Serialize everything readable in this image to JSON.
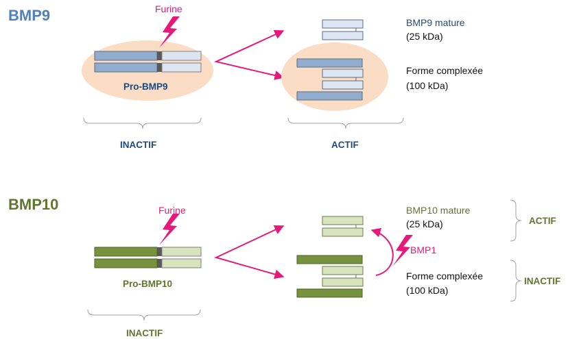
{
  "colors": {
    "bmp9_blue": "#92acce",
    "bmp9_light": "#dce6f2",
    "bmp9_title": "#4f81bd",
    "bmp9_dark_label": "#1f497d",
    "bmp10_green": "#76923c",
    "bmp10_light": "#d7e4bd",
    "bmp10_title": "#5f7530",
    "halo": "#fbdcc4",
    "magenta": "#e6197a",
    "cleavage_site": "#595959",
    "bracket": "#a0a0a0"
  },
  "bmp9": {
    "title": "BMP9",
    "protease": "Furine",
    "precursor_label": "Pro-BMP9",
    "state_left": "INACTIF",
    "state_right": "ACTIF",
    "mature_label": "BMP9 mature",
    "mature_mass": "(25 kDa)",
    "complex_label": "Forme complexée",
    "complex_mass": "(100 kDa)"
  },
  "bmp10": {
    "title": "BMP10",
    "protease": "Furine",
    "precursor_label": "Pro-BMP10",
    "state_left": "INACTIF",
    "bmp1_label": "BMP1",
    "mature_label": "BMP10 mature",
    "mature_mass": "(25 kDa)",
    "complex_label": "Forme complexée",
    "complex_mass": "(100 kDa)",
    "state_mature": "ACTIF",
    "state_complex": "INACTIF"
  }
}
